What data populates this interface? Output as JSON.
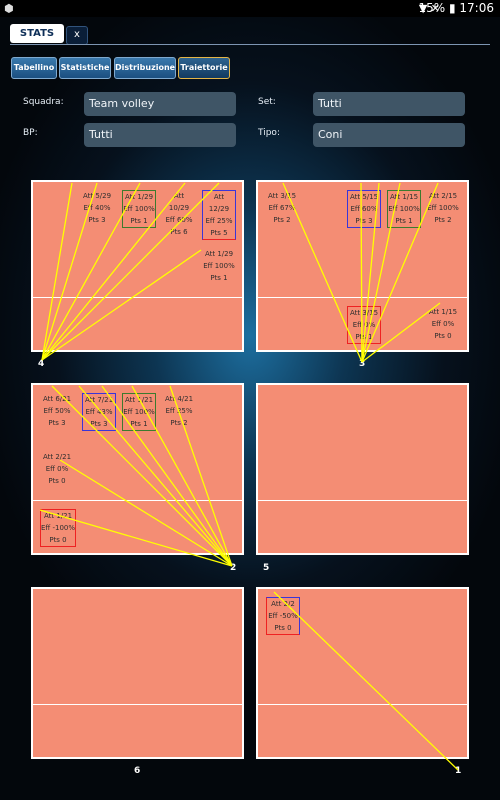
{
  "statusbar": {
    "left_icon": "dropbox-icon",
    "battery": "15%",
    "time": "17:06"
  },
  "tabs": {
    "main": "STATS",
    "close": "x"
  },
  "subtabs": [
    "Tabellino",
    "Statistiche",
    "Distribuzione",
    "Traiettorie"
  ],
  "filters": {
    "squadra_label": "Squadra:",
    "squadra_value": "Team volley",
    "set_label": "Set:",
    "set_value": "Tutti",
    "bp_label": "BP:",
    "bp_value": "Tutti",
    "tipo_label": "Tipo:",
    "tipo_value": "Coni"
  },
  "courts": [
    {
      "number": "4",
      "stats": [
        {
          "att": "Att 5/29",
          "eff": "Eff 40%",
          "pts": "Pts 3",
          "box": ""
        },
        {
          "att": "Att 1/29",
          "eff": "Eff 100%",
          "pts": "Pts 1",
          "box": "green"
        },
        {
          "att": "Att 10/29",
          "eff": "Eff 60%",
          "pts": "Pts 6",
          "box": ""
        },
        {
          "att": "Att 12/29",
          "eff": "Eff 25%",
          "pts": "Pts 5",
          "box": "blue-red"
        },
        {
          "att": "Att 1/29",
          "eff": "Eff 100%",
          "pts": "Pts 1",
          "box": ""
        }
      ]
    },
    {
      "number": "3",
      "stats": [
        {
          "att": "Att 3/15",
          "eff": "Eff 67%",
          "pts": "Pts 2",
          "box": ""
        },
        {
          "att": "Att 5/15",
          "eff": "Eff 60%",
          "pts": "Pts 3",
          "box": "blue"
        },
        {
          "att": "Att 1/15",
          "eff": "Eff 100%",
          "pts": "Pts 1",
          "box": "green"
        },
        {
          "att": "Att 2/15",
          "eff": "Eff 100%",
          "pts": "Pts 2",
          "box": ""
        },
        {
          "att": "Att 3/15",
          "eff": "Eff 0%",
          "pts": "Pts 1",
          "box": "red"
        },
        {
          "att": "Att 1/15",
          "eff": "Eff 0%",
          "pts": "Pts 0",
          "box": ""
        }
      ]
    },
    {
      "number": "2",
      "stats": [
        {
          "att": "Att 6/21",
          "eff": "Eff 50%",
          "pts": "Pts 3",
          "box": ""
        },
        {
          "att": "Att 7/21",
          "eff": "Eff 43%",
          "pts": "Pts 3",
          "box": "blue"
        },
        {
          "att": "Att 1/21",
          "eff": "Eff 100%",
          "pts": "Pts 1",
          "box": "green"
        },
        {
          "att": "Att 4/21",
          "eff": "Eff 25%",
          "pts": "Pts 2",
          "box": ""
        },
        {
          "att": "Att 2/21",
          "eff": "Eff 0%",
          "pts": "Pts 0",
          "box": ""
        },
        {
          "att": "Att 1/21",
          "eff": "Eff -100%",
          "pts": "Pts 0",
          "box": "red"
        }
      ]
    },
    {
      "number": "5",
      "stats": []
    },
    {
      "number": "6",
      "stats": []
    },
    {
      "number": "1",
      "stats": [
        {
          "att": "Att 2/2",
          "eff": "Eff -50%",
          "pts": "Pts 0",
          "box": "blue-red"
        }
      ]
    }
  ],
  "colors": {
    "court": "#f48d74",
    "trajectory": "#ffff00",
    "blue_box": "#3a35d8",
    "green_box": "#3d7a2e",
    "red_box": "#e22222"
  }
}
